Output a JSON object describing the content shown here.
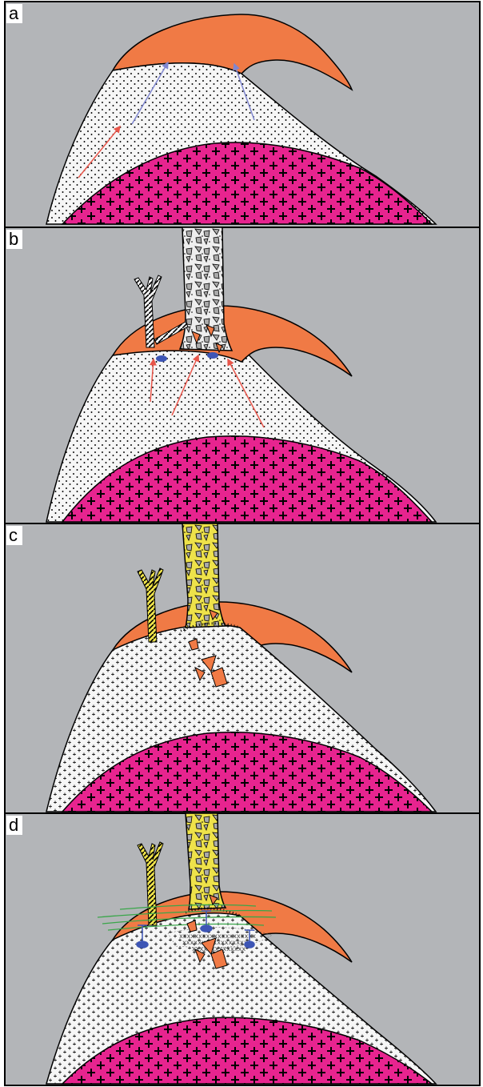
{
  "figure": {
    "panels": [
      {
        "id": "a",
        "label": "a"
      },
      {
        "id": "b",
        "label": "b"
      },
      {
        "id": "c",
        "label": "c"
      },
      {
        "id": "d",
        "label": "d"
      }
    ],
    "colors": {
      "background": "#b3b5b8",
      "cap_rock": "#f07a45",
      "intrusion_core": "#e7248f",
      "porphyry_body": "#f6f6f6",
      "breccia_pipe_early": "#eeeeee",
      "breccia_pipe_late": "#eee24a",
      "fluid_arrow_red": "#e8554a",
      "fluid_arrow_blue": "#7f86cf",
      "vapor_pocket": "#3d55b5",
      "fracture_lines": "#3aa64a",
      "outline": "#000000"
    },
    "legend_icons": [
      "plus-pattern",
      "stipple-pattern",
      "breccia-fragments",
      "fluid-arrow-icon",
      "vapor-bubble-icon"
    ]
  }
}
